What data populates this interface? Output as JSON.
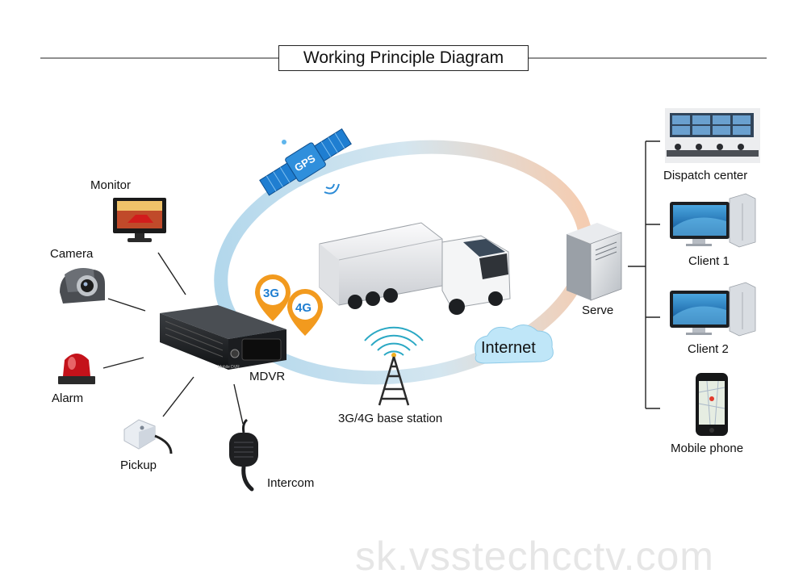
{
  "title": "Working Principle Diagram",
  "watermark": "sk.vsstechcctv.com",
  "colors": {
    "ring_blue": "#aad3ea",
    "ring_peach": "#f3c7a9",
    "pin_orange": "#f29a1e",
    "cloud_blue": "#bfe6f8",
    "line": "#222222"
  },
  "peripherals": {
    "monitor": "Monitor",
    "camera": "Camera",
    "alarm": "Alarm",
    "pickup": "Pickup",
    "intercom": "Intercom"
  },
  "device": {
    "mdvr": "MDVR",
    "mdvr_faceplate": "Mobile DVR"
  },
  "network": {
    "gps": "GPS",
    "net_3g": "3G",
    "net_4g": "4G",
    "base_station": "3G/4G base station",
    "internet": "Internet",
    "server": "Serve"
  },
  "clients": {
    "dispatch": "Dispatch center",
    "client1": "Client 1",
    "client2": "Client 2",
    "mobile": "Mobile phone"
  }
}
